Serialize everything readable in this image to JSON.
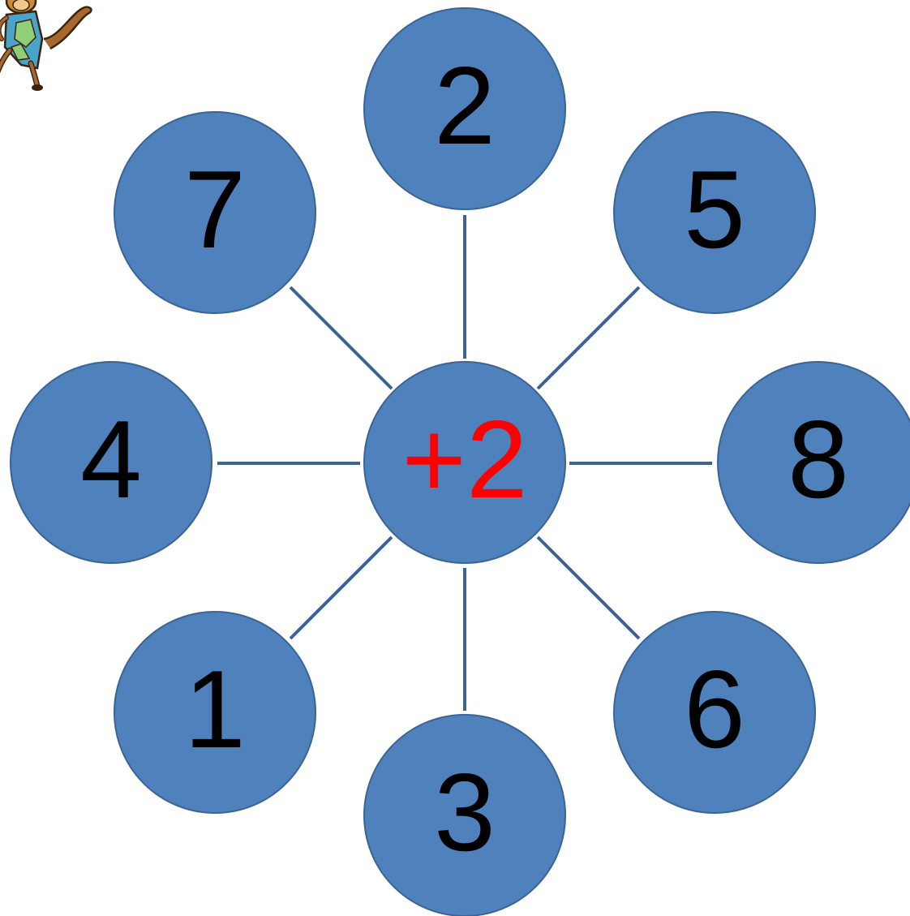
{
  "diagram": {
    "center": {
      "operator": "+2"
    },
    "spokes": {
      "top": "2",
      "top_right": "5",
      "right": "8",
      "bottom_right": "6",
      "bottom": "3",
      "bottom_left": "1",
      "left": "4",
      "top_left": "7"
    }
  },
  "colors": {
    "circle_fill": "#4f81bd",
    "connector": "#3a6494",
    "operator_text": "#ff0000",
    "number_text": "#000000"
  },
  "icons": {
    "corner_picture": "monkey-mascot-icon"
  }
}
